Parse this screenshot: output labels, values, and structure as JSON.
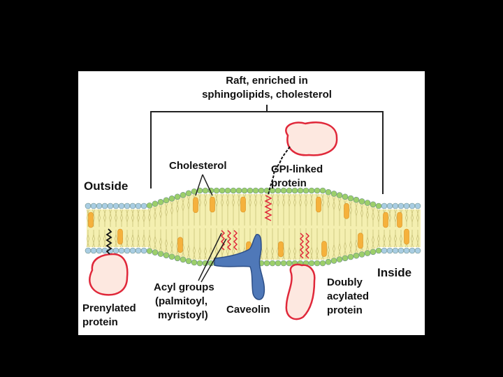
{
  "labels": {
    "raft_line1": "Raft, enriched in",
    "raft_line2": "sphingolipids, cholesterol",
    "outside": "Outside",
    "inside": "Inside",
    "cholesterol": "Cholesterol",
    "gpi_line1": "GPI-linked",
    "gpi_line2": "protein",
    "acyl_line1": "Acyl groups",
    "acyl_line2": "(palmitoyl,",
    "acyl_line3": "myristoyl)",
    "caveolin": "Caveolin",
    "prenylated_line1": "Prenylated",
    "prenylated_line2": "protein",
    "doubly_line1": "Doubly",
    "doubly_line2": "acylated",
    "doubly_line3": "protein"
  },
  "colors": {
    "background": "#000000",
    "panel": "#ffffff",
    "headgroup_raft": "#9ccf6a",
    "headgroup_normal": "#a9cde3",
    "tail_fill": "#f4efb0",
    "cholesterol": "#f5b13c",
    "caveolin": "#4f78b8",
    "protein_fill": "#fde8e0",
    "protein_edge": "#e0283a",
    "anchor": "#e0283a"
  }
}
